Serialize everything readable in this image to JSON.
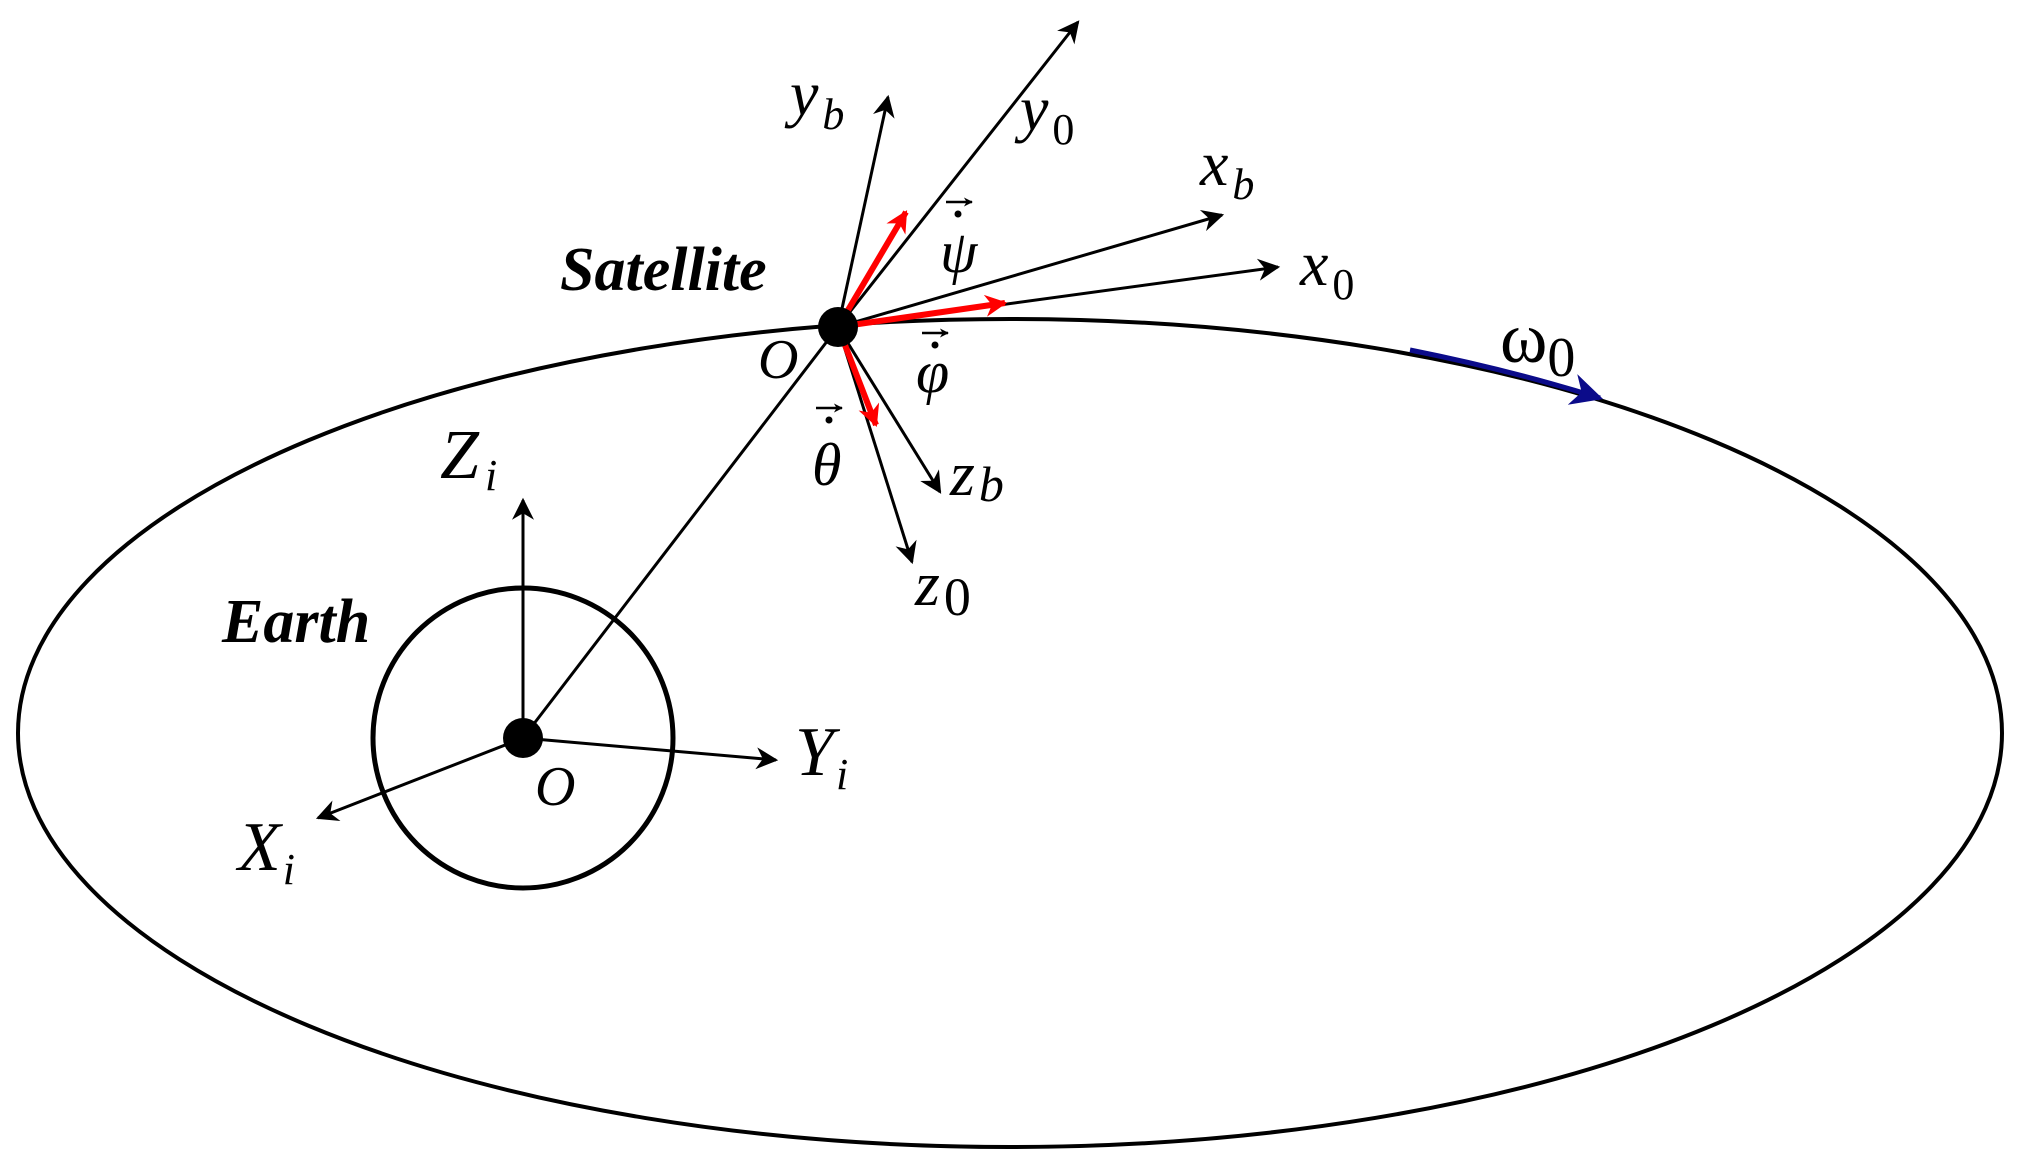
{
  "colors": {
    "line": "#000000",
    "attitude_rate": "#ff0000",
    "orbit_rate": "#0b0b8a",
    "background": "#ffffff"
  },
  "labels": {
    "satellite": "Satellite",
    "earth": "Earth",
    "satellite_origin": "O",
    "earth_origin": "O",
    "omega0": {
      "base": "ω",
      "sub": "0"
    },
    "y_b": {
      "base": "y",
      "sub": "b"
    },
    "y_0": {
      "base": "y",
      "sub": "0"
    },
    "x_b": {
      "base": "x",
      "sub": "b"
    },
    "x_0": {
      "base": "x",
      "sub": "0"
    },
    "z_b": {
      "base": "z",
      "sub": "b"
    },
    "z_0": {
      "base": "z",
      "sub": "0"
    },
    "Z_i": {
      "base": "Z",
      "sub": "i"
    },
    "Y_i": {
      "base": "Y",
      "sub": "i"
    },
    "X_i": {
      "base": "X",
      "sub": "i"
    },
    "psi_dot": "ψ",
    "phi_dot": "φ",
    "theta_dot": "θ"
  }
}
